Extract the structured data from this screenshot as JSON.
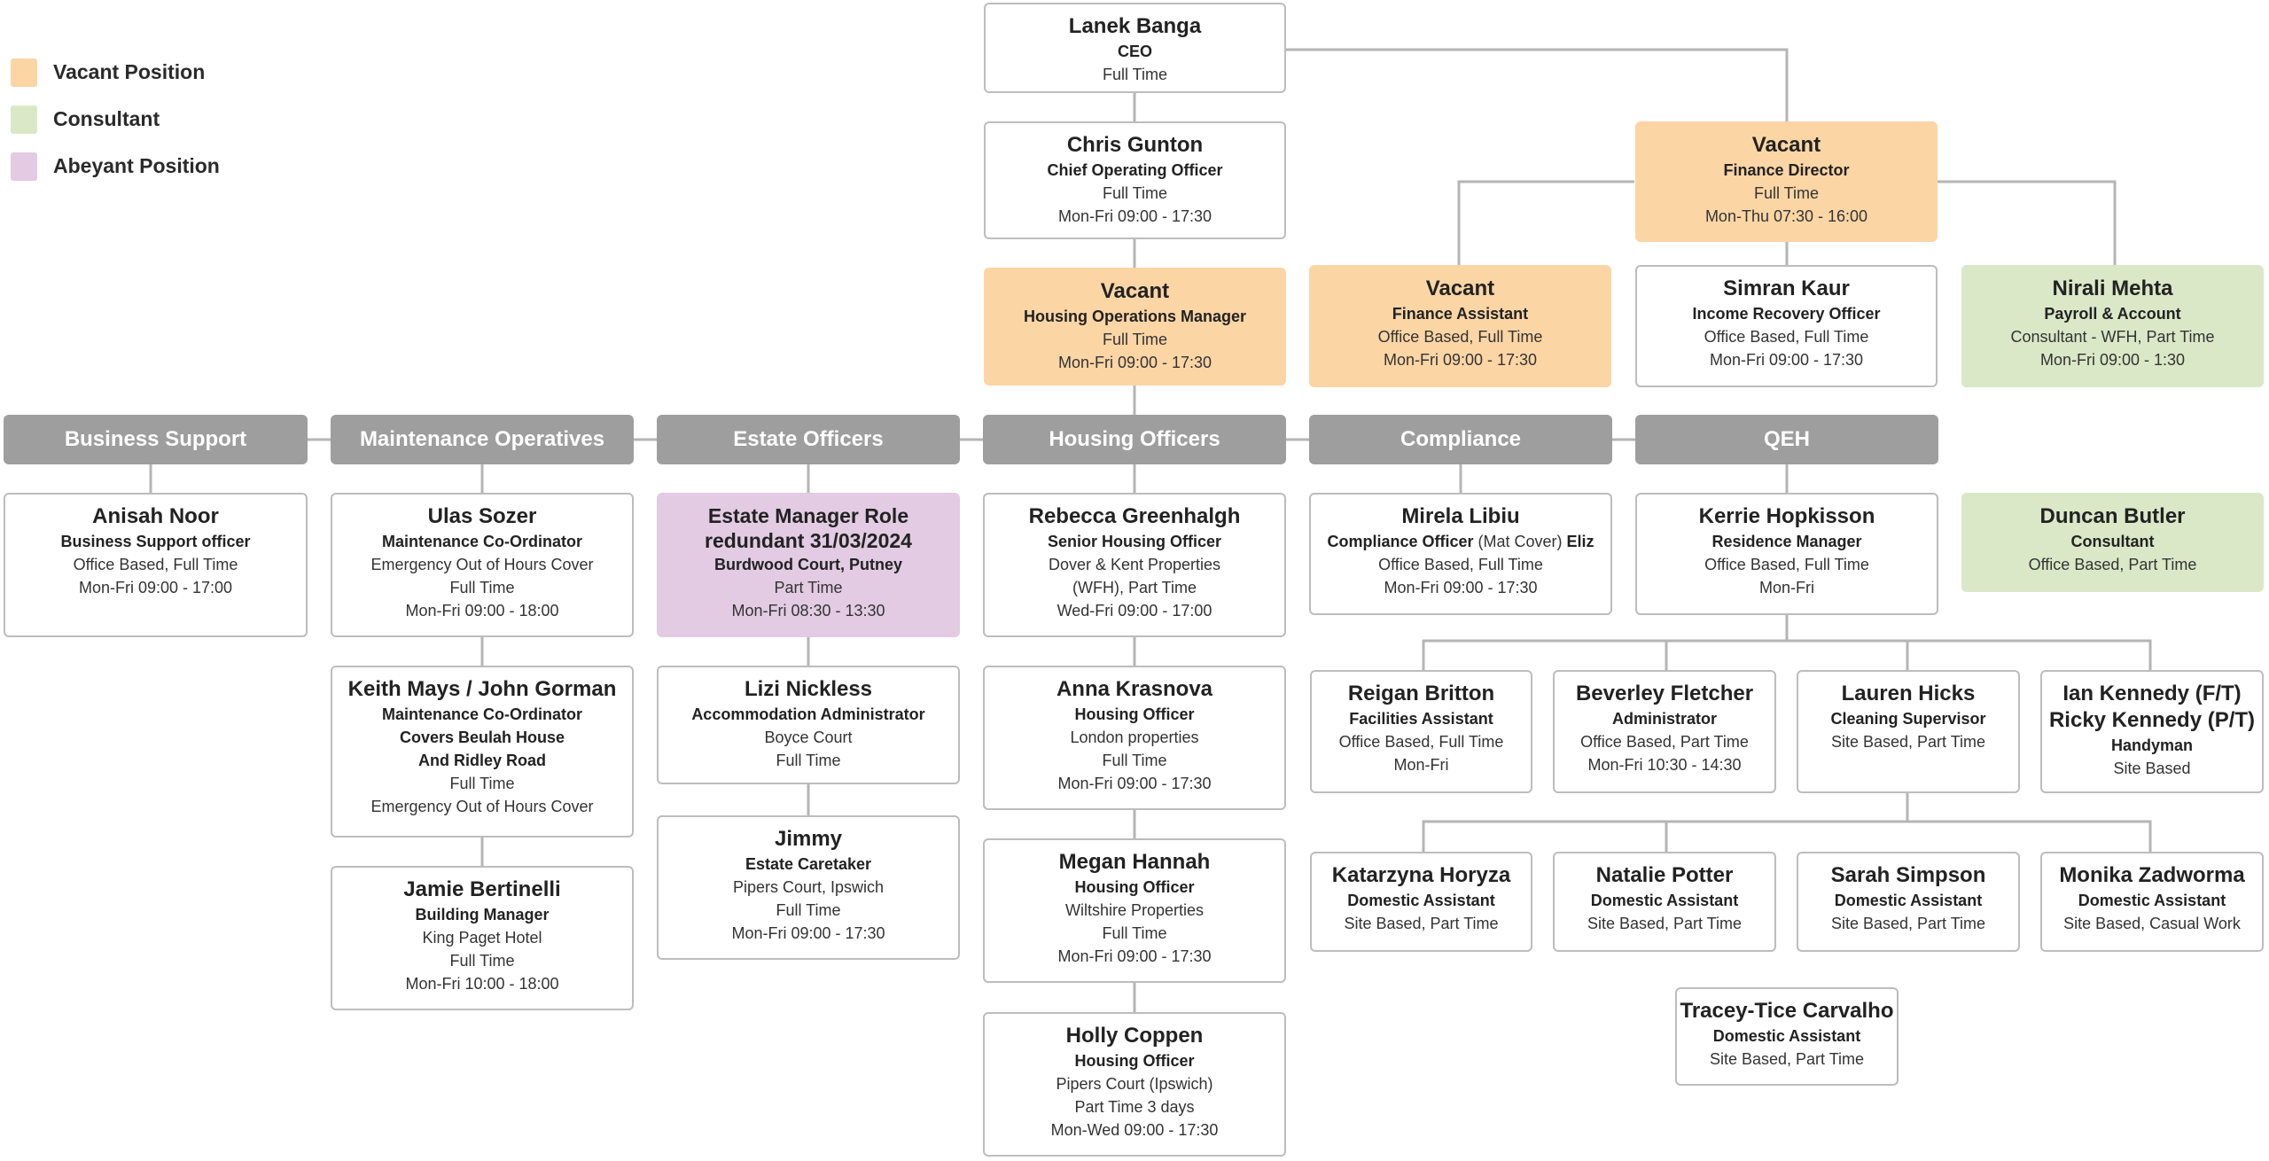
{
  "legend": [
    {
      "label": "Vacant Position",
      "color": "#fcd5a5"
    },
    {
      "label": "Consultant",
      "color": "#dae8c7"
    },
    {
      "label": "Abeyant Position",
      "color": "#e2cbe3"
    }
  ],
  "headers": {
    "business_support": "Business Support",
    "maintenance": "Maintenance Operatives",
    "estate": "Estate Officers",
    "housing": "Housing Officers",
    "compliance": "Compliance",
    "qeh": "QEH"
  },
  "people": {
    "ceo": {
      "name": "Lanek Banga",
      "role": "CEO",
      "d1": "Full Time"
    },
    "coo": {
      "name": "Chris Gunton",
      "role": "Chief Operating Officer",
      "d1": "Full Time",
      "d2": "Mon-Fri 09:00 - 17:30"
    },
    "hom": {
      "name": "Vacant",
      "role": "Housing Operations Manager",
      "d1": "Full Time",
      "d2": "Mon-Fri 09:00 - 17:30"
    },
    "fd": {
      "name": "Vacant",
      "role": "Finance Director",
      "d1": "Full Time",
      "d2": "Mon-Thu 07:30 - 16:00"
    },
    "fa": {
      "name": "Vacant",
      "role": "Finance Assistant",
      "d1": "Office Based, Full Time",
      "d2": "Mon-Fri 09:00 - 17:30"
    },
    "simran": {
      "name": "Simran Kaur",
      "role": "Income Recovery Officer",
      "d1": "Office Based, Full Time",
      "d2": "Mon-Fri 09:00 - 17:30"
    },
    "nirali": {
      "name": "Nirali Mehta",
      "role": "Payroll & Account",
      "d1": "Consultant - WFH, Part Time",
      "d2": "Mon-Fri 09:00 - 1:30"
    },
    "anisah": {
      "name": "Anisah Noor",
      "role": "Business Support officer",
      "d1": "Office Based, Full Time",
      "d2": "Mon-Fri 09:00 - 17:00"
    },
    "ulas": {
      "name": "Ulas Sozer",
      "role": "Maintenance Co-Ordinator",
      "d1": "Emergency Out of Hours Cover",
      "d2": "Full Time",
      "d3": "Mon-Fri 09:00 - 18:00"
    },
    "keith": {
      "name": "Keith Mays / John Gorman",
      "role": "Maintenance Co-Ordinator",
      "role2": "Covers Beulah House",
      "role3": "And Ridley Road",
      "d1": "Full Time",
      "d2": "Emergency Out of Hours Cover"
    },
    "jamie": {
      "name": "Jamie Bertinelli",
      "role": "Building Manager",
      "d1": "King Paget Hotel",
      "d2": "Full Time",
      "d3": "Mon-Fri 10:00 - 18:00"
    },
    "estate_mgr": {
      "name": "Estate Manager Role",
      "name2": "redundant 31/03/2024",
      "role": "Burdwood Court, Putney",
      "d1": "Part Time",
      "d2": "Mon-Fri 08:30 - 13:30"
    },
    "lizi": {
      "name": "Lizi Nickless",
      "role": "Accommodation Administrator",
      "d1": "Boyce Court",
      "d2": "Full Time"
    },
    "jimmy": {
      "name": "Jimmy",
      "role": "Estate Caretaker",
      "d1": "Pipers Court, Ipswich",
      "d2": "Full Time",
      "d3": "Mon-Fri 09:00 - 17:30"
    },
    "rebecca": {
      "name": "Rebecca Greenhalgh",
      "role": "Senior Housing Officer",
      "d1": "Dover & Kent Properties",
      "d2": "(WFH), Part Time",
      "d3": "Wed-Fri 09:00 - 17:00"
    },
    "anna": {
      "name": "Anna Krasnova",
      "role": "Housing Officer",
      "d1": "London properties",
      "d2": "Full Time",
      "d3": "Mon-Fri 09:00 - 17:30"
    },
    "megan": {
      "name": "Megan Hannah",
      "role": "Housing Officer",
      "d1": "Wiltshire Properties",
      "d2": "Full Time",
      "d3": "Mon-Fri 09:00 - 17:30"
    },
    "holly": {
      "name": "Holly Coppen",
      "role": "Housing Officer",
      "d1": "Pipers Court (Ipswich)",
      "d2": "Part Time 3 days",
      "d3": "Mon-Wed 09:00 - 17:30"
    },
    "mirela": {
      "name": "Mirela Libiu",
      "role_a": "Compliance Officer",
      "role_b": " (Mat Cover) ",
      "role_c": "Eliz",
      "d1": "Office Based, Full Time",
      "d2": "Mon-Fri 09:00 - 17:30"
    },
    "kerrie": {
      "name": "Kerrie Hopkisson",
      "role": "Residence Manager",
      "d1": "Office Based, Full Time",
      "d2": "Mon-Fri"
    },
    "duncan": {
      "name": "Duncan Butler",
      "role": "Consultant",
      "d1": "Office Based, Part Time"
    },
    "reigan": {
      "name": "Reigan Britton",
      "role": "Facilities Assistant",
      "d1": "Office Based, Full Time",
      "d2": "Mon-Fri"
    },
    "beverley": {
      "name": "Beverley Fletcher",
      "role": "Administrator",
      "d1": "Office Based, Part Time",
      "d2": "Mon-Fri 10:30 - 14:30"
    },
    "lauren": {
      "name": "Lauren Hicks",
      "role": "Cleaning Supervisor",
      "d1": "Site Based, Part Time"
    },
    "ian": {
      "name": "Ian Kennedy (F/T)",
      "name2": "Ricky Kennedy (P/T)",
      "role": "Handyman",
      "d1": "Site Based"
    },
    "katarzyna": {
      "name": "Katarzyna Horyza",
      "role": "Domestic Assistant",
      "d1": "Site Based, Part Time"
    },
    "natalie": {
      "name": "Natalie Potter",
      "role": "Domestic Assistant",
      "d1": "Site Based, Part Time"
    },
    "sarah": {
      "name": "Sarah Simpson",
      "role": "Domestic Assistant",
      "d1": "Site Based, Part Time"
    },
    "monika": {
      "name": "Monika Zadworma",
      "role": "Domestic Assistant",
      "d1": "Site Based, Casual Work"
    },
    "tracey": {
      "name": "Tracey-Tice Carvalho",
      "role": "Domestic Assistant",
      "d1": "Site Based, Part Time"
    }
  }
}
